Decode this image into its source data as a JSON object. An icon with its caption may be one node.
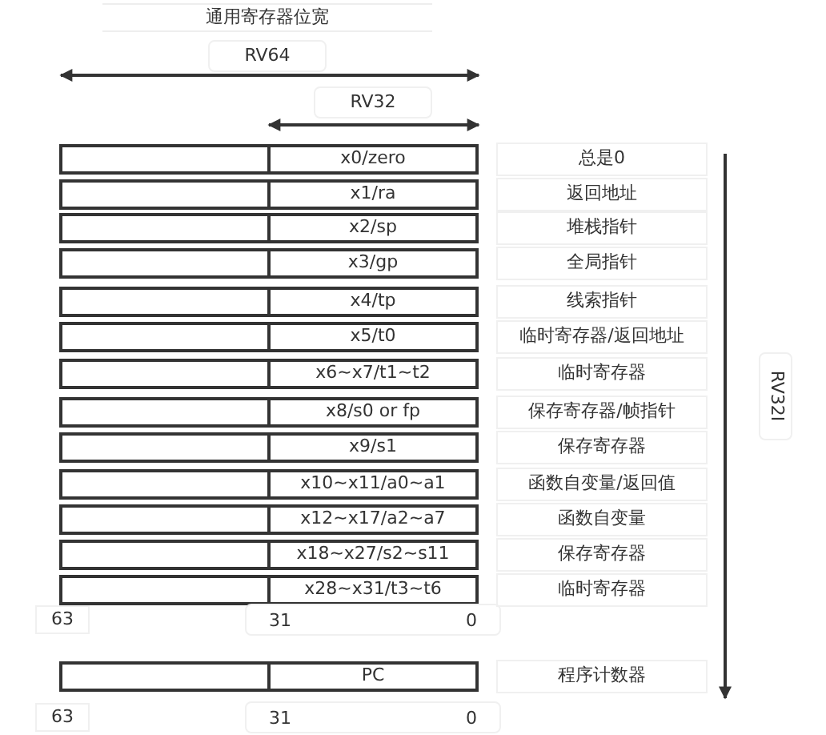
{
  "diagram": {
    "title": "通用寄存器位宽",
    "nodes": [
      {
        "text": [
          "x0/zero"
        ]
      },
      {
        "text": [
          "x1/ra"
        ]
      },
      {
        "text": [
          "x2/sp"
        ]
      },
      {
        "text": [
          "x3/gp"
        ]
      },
      {
        "text": [
          "x4/tp"
        ]
      },
      {
        "text": [
          "x5/t0"
        ]
      },
      {
        "text": [
          "x6~x7/t1~t2"
        ]
      },
      {
        "text": [
          "x8/s0 or fp"
        ]
      },
      {
        "text": [
          "x9/s1"
        ]
      },
      {
        "text": [
          "x10~x11/a0~a1"
        ]
      },
      {
        "text": [
          "x12~x17/a2~a7"
        ]
      },
      {
        "text": [
          "x18~x27/s2~s11"
        ]
      },
      {
        "text": [
          "x28~x31/t3~t6"
        ]
      },
      {
        "text": [
          "PC"
        ]
      }
    ],
    "labels": [
      "RV64",
      "RV32",
      "总是0",
      "返回地址",
      "堆栈指针",
      "全局指针",
      "线索指针",
      "临时寄存器/返回地址",
      "临时寄存器",
      "保存寄存器/帧指针",
      "保存寄存器",
      "函数自变量/返回值",
      "函数自变量",
      "保存寄存器",
      "临时寄存器",
      "RV32I",
      "63",
      "31",
      "0",
      "程序计数器",
      "63",
      "31",
      "0"
    ]
  }
}
